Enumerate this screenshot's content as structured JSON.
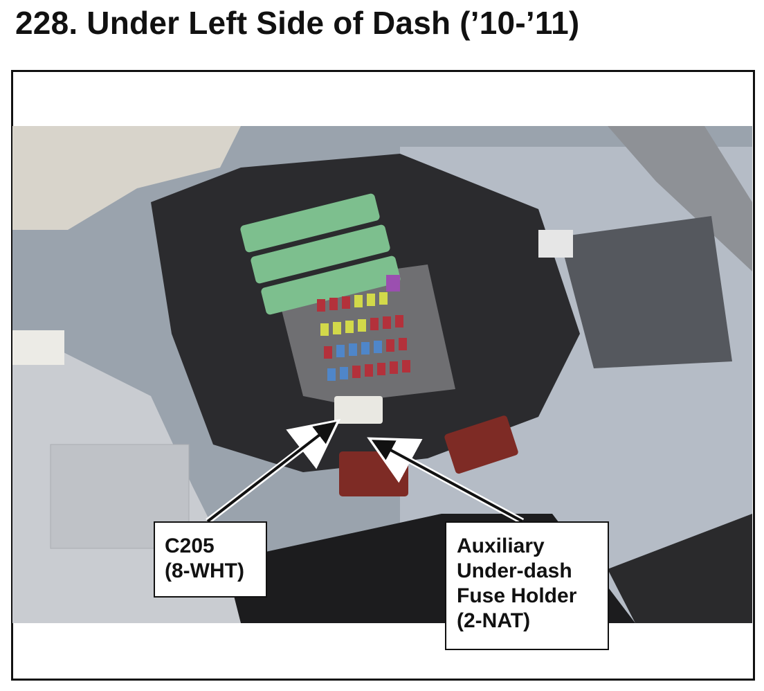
{
  "page": {
    "title": "228.  Under Left Side of Dash (’10-’11)"
  },
  "photo": {
    "subject": "photograph"
  },
  "callouts": [
    {
      "lines": [
        "C205",
        "(8-WHT)"
      ]
    },
    {
      "lines": [
        "Auxiliary",
        "Under-dash",
        "Fuse Holder",
        "(2-NAT)"
      ]
    }
  ],
  "colors": {
    "text": "#111111",
    "frame": "#111111",
    "background": "#ffffff"
  }
}
